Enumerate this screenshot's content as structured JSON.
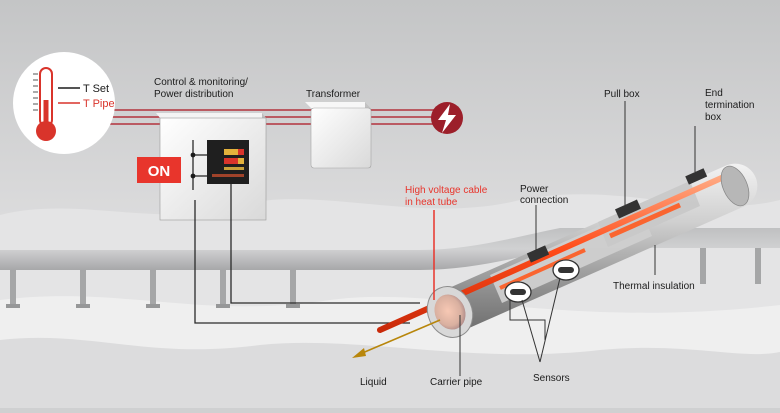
{
  "thermometer": {
    "t_set": "T Set",
    "t_pipe": "T Pipe"
  },
  "labels": {
    "control": [
      "Control & monitoring/",
      "Power distribution"
    ],
    "transformer": "Transformer",
    "on": "ON",
    "hv_cable": [
      "High voltage cable",
      "in heat tube"
    ],
    "power_connection": [
      "Power",
      "connection"
    ],
    "pull_box": "Pull box",
    "end_termination": [
      "End",
      "termination",
      "box"
    ],
    "thermal_insulation": "Thermal insulation",
    "liquid": "Liquid",
    "carrier_pipe": "Carrier pipe",
    "sensors": "Sensors"
  },
  "colors": {
    "accent_red": "#e8352c",
    "wire_red": "#b3323c",
    "line_dark": "#2a2a2a",
    "heat_orange": "#ff5a1f",
    "liquid_arrow": "#b8860b"
  }
}
